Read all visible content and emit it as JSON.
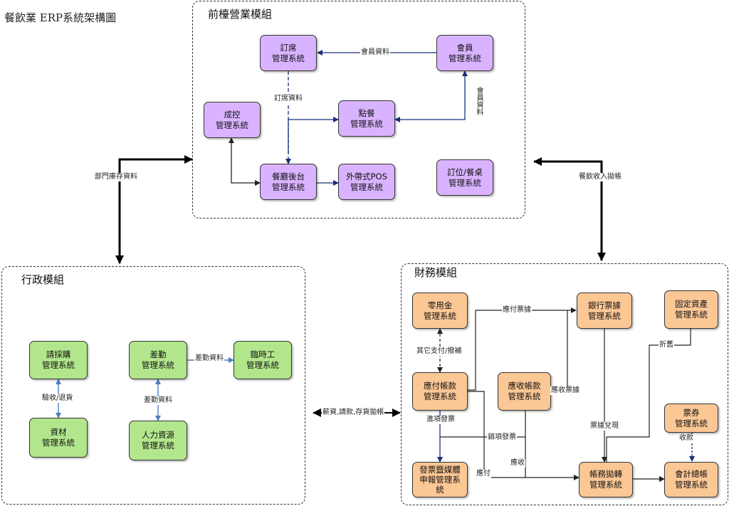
{
  "title": "餐飲業 ERP系統架構圖",
  "modules": {
    "front": "前檯營業模組",
    "admin": "行政模組",
    "finance": "財務模組"
  },
  "nodes": {
    "booking": "訂席\n管理系統",
    "member": "會員\n管理系統",
    "cost": "成控\n管理系統",
    "ordering": "點餐\n管理系統",
    "kitchen": "餐廳後台\n管理系統",
    "pos": "外帶式POS\n管理系統",
    "table": "訂位/餐桌\n管理系統",
    "purchase": "請採購\n管理系統",
    "attendance": "差勤\n管理系統",
    "temp": "臨時工\n管理系統",
    "material": "資材\n管理系統",
    "hr": "人力資源\n管理系統",
    "petty": "零用金\n管理系統",
    "bank": "銀行票據\n管理系統",
    "asset": "固定資產\n管理系統",
    "payable": "應付帳款\n管理系統",
    "receivable": "應收帳款\n管理系統",
    "voucher": "票券\n管理系統",
    "invoice": "發票暨媒體\n申報管理系\n統",
    "posting": "帳務拋轉\n管理系統",
    "ledger": "會計總帳\n管理系統"
  },
  "labels": {
    "member_info": "會員資料",
    "member_info_v": "會員資料",
    "booking_info": "訂席資料",
    "dept_stock": "部門庫存資料",
    "dining_income": "餐飲收入拋帳",
    "receive_return": "驗收/退貨",
    "attendance_info_h": "差勤資料",
    "attendance_info_v": "差勤資料",
    "admin_finance": "薪資,請款,存貨拋帳",
    "payable_note": "應付票據",
    "other_payment": "其它支付/撥補",
    "receivable_note": "應收票據",
    "depreciation": "折舊",
    "input_invoice": "進項發票",
    "output_invoice": "銷項發票",
    "note_cash": "票據兌現",
    "collection": "收款",
    "payable_short": "應付",
    "receivable_short": "應收"
  },
  "colors": {
    "front_node": "#d9b3ff",
    "finance_node": "#fbc795",
    "admin_node": "#b2e68c",
    "flow_arrow": "#1a2f7a",
    "admin_arrow": "#4a7fc1"
  }
}
